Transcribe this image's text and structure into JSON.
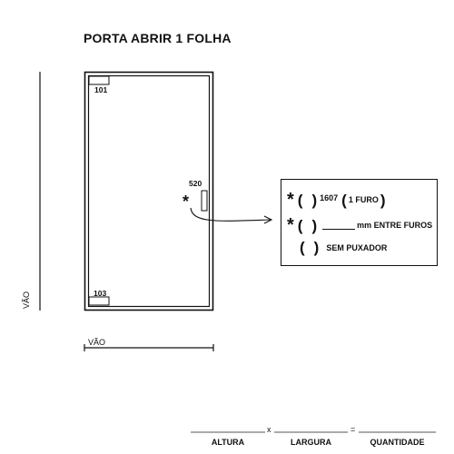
{
  "title": "PORTA  ABRIR 1 FOLHA",
  "door": {
    "top_label": "101",
    "bottom_label": "103",
    "handle_label": "520",
    "handle_marker": "*"
  },
  "dimensions": {
    "vertical_label": "VÃO",
    "horizontal_label": "VÃO"
  },
  "options": {
    "row1": {
      "star": "*",
      "paren_open": "(",
      "paren_close": ")",
      "code": "1607",
      "paren2_open": "(",
      "text": "1 FURO",
      "paren2_close": ")"
    },
    "row2": {
      "star": "*",
      "paren_open": "(",
      "paren_close": ")",
      "text": "mm ENTRE FUROS"
    },
    "row3": {
      "paren_open": "(",
      "paren_close": ")",
      "text": "SEM PUXADOR"
    }
  },
  "formula": {
    "times": "x",
    "equals": "=",
    "altura": "ALTURA",
    "largura": "LARGURA",
    "quantidade": "QUANTIDADE"
  },
  "colors": {
    "ink": "#111111",
    "background": "#ffffff"
  }
}
